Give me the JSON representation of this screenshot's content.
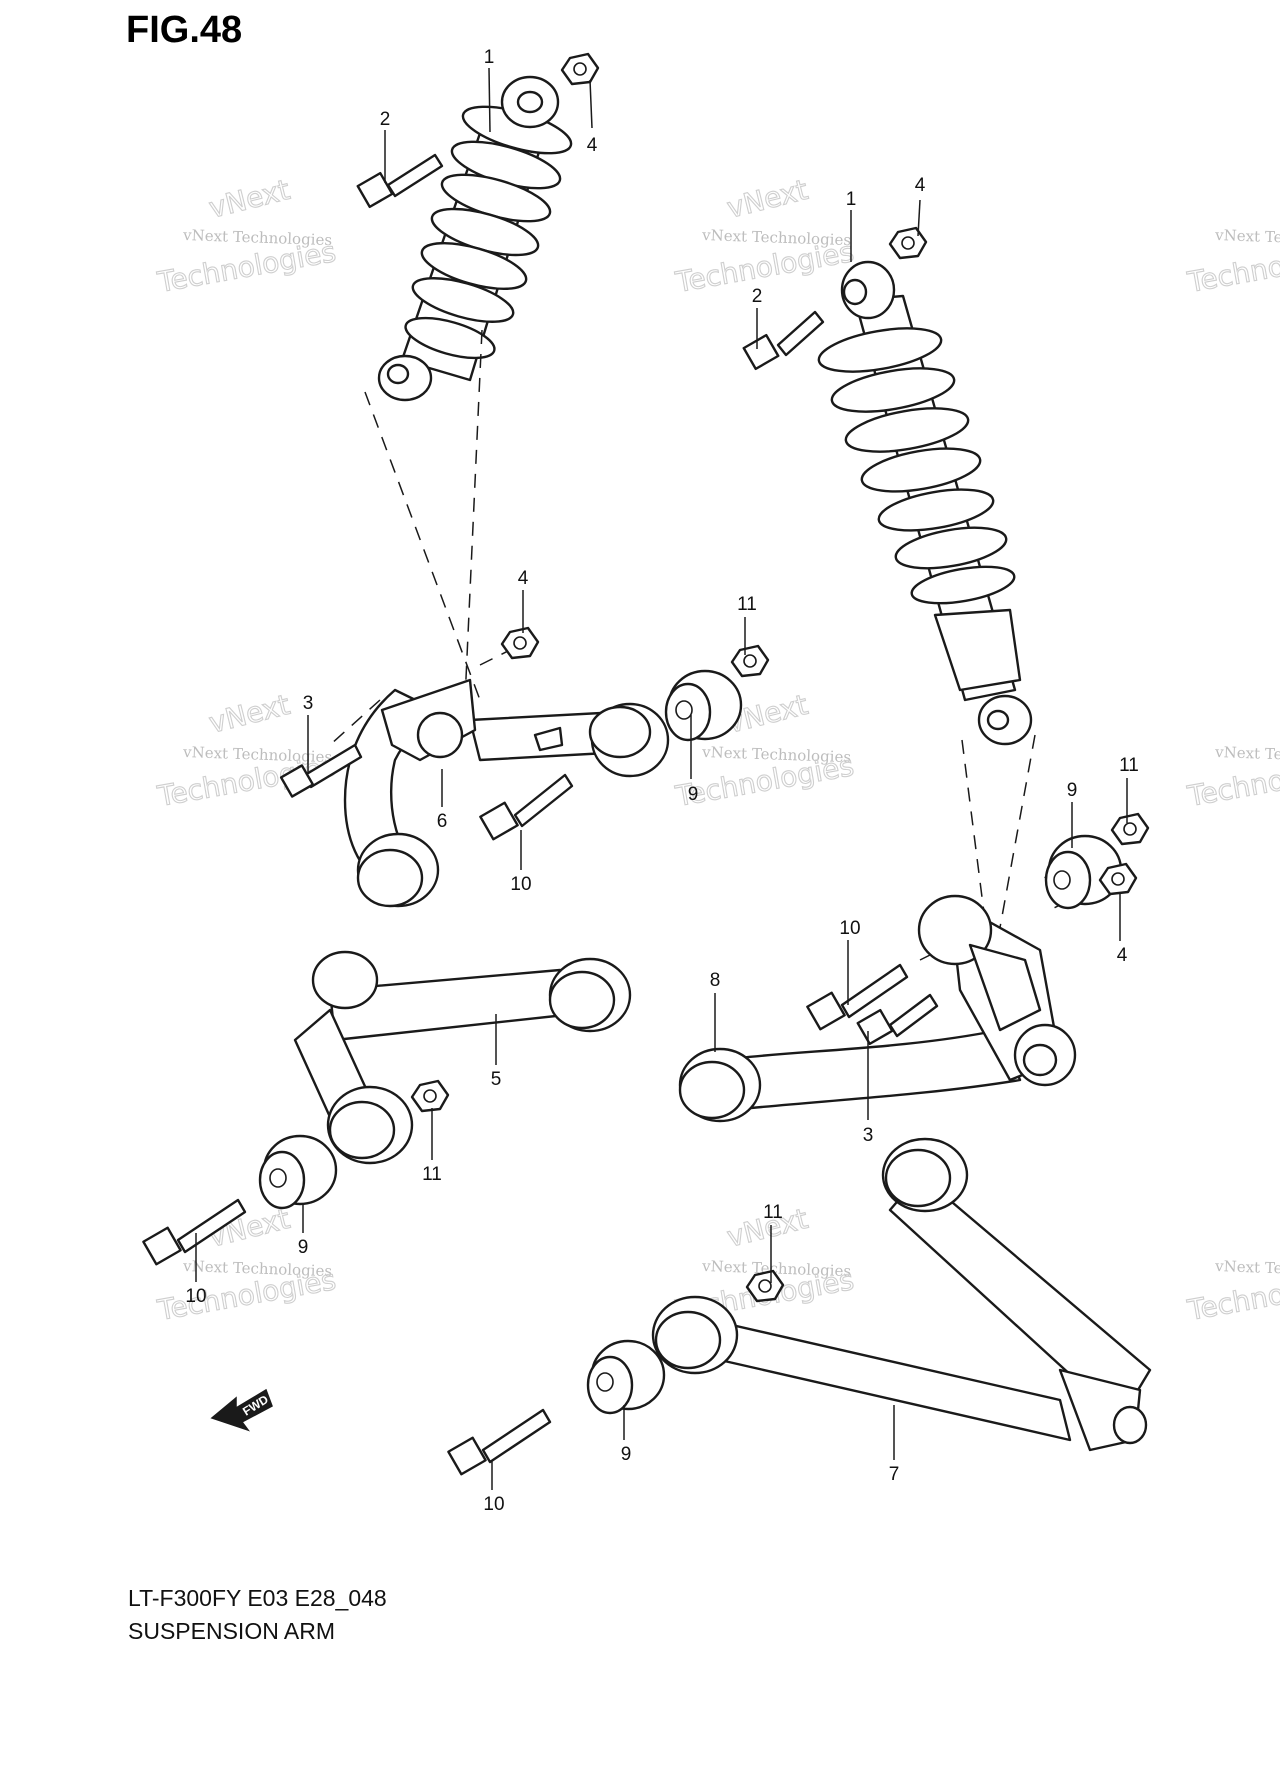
{
  "figure": {
    "title": "FIG.48",
    "code": "LT-F300FY E03 E28_048",
    "name": "SUSPENSION ARM"
  },
  "watermark": {
    "line1": "vNext",
    "line2": "vNext Technologies",
    "line3": "Technologies"
  },
  "fwd_label": "FWD",
  "callouts": {
    "c1": "1",
    "c2": "2",
    "c3": "4",
    "c4": "1",
    "c5": "4",
    "c6": "2",
    "c7": "4",
    "c8": "11",
    "c9": "3",
    "c10": "9",
    "c11": "6",
    "c12": "10",
    "c13": "11",
    "c14": "9",
    "c15": "4",
    "c16": "10",
    "c17": "8",
    "c18": "5",
    "c19": "3",
    "c20": "11",
    "c21": "9",
    "c22": "10",
    "c23": "11",
    "c24": "9",
    "c25": "7",
    "c26": "10"
  }
}
